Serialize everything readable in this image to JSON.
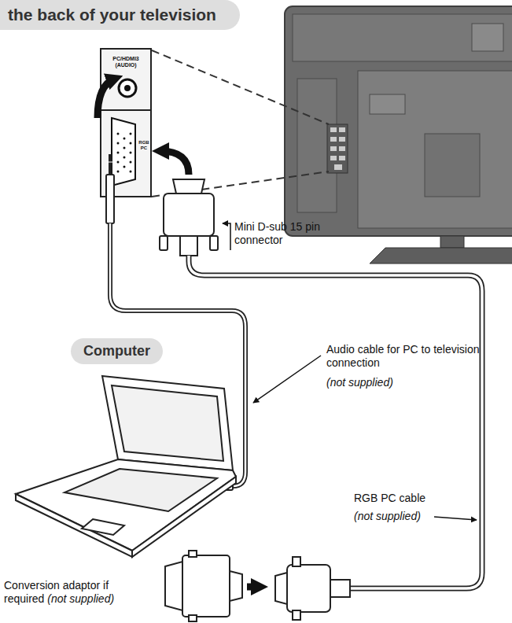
{
  "diagram": {
    "nodes": [
      {
        "text": [
          "the back of your television"
        ]
      },
      {
        "text": [
          "Computer"
        ]
      }
    ],
    "labels": [
      "PC/HDMI3 (AUDIO)",
      "RGB PC",
      "Mini D-sub 15 pin connector",
      "Audio cable for PC to television connection",
      "(not supplied)",
      "RGB PC cable",
      "(not supplied)",
      "Conversion adaptor if required",
      "(not supplied)"
    ]
  }
}
